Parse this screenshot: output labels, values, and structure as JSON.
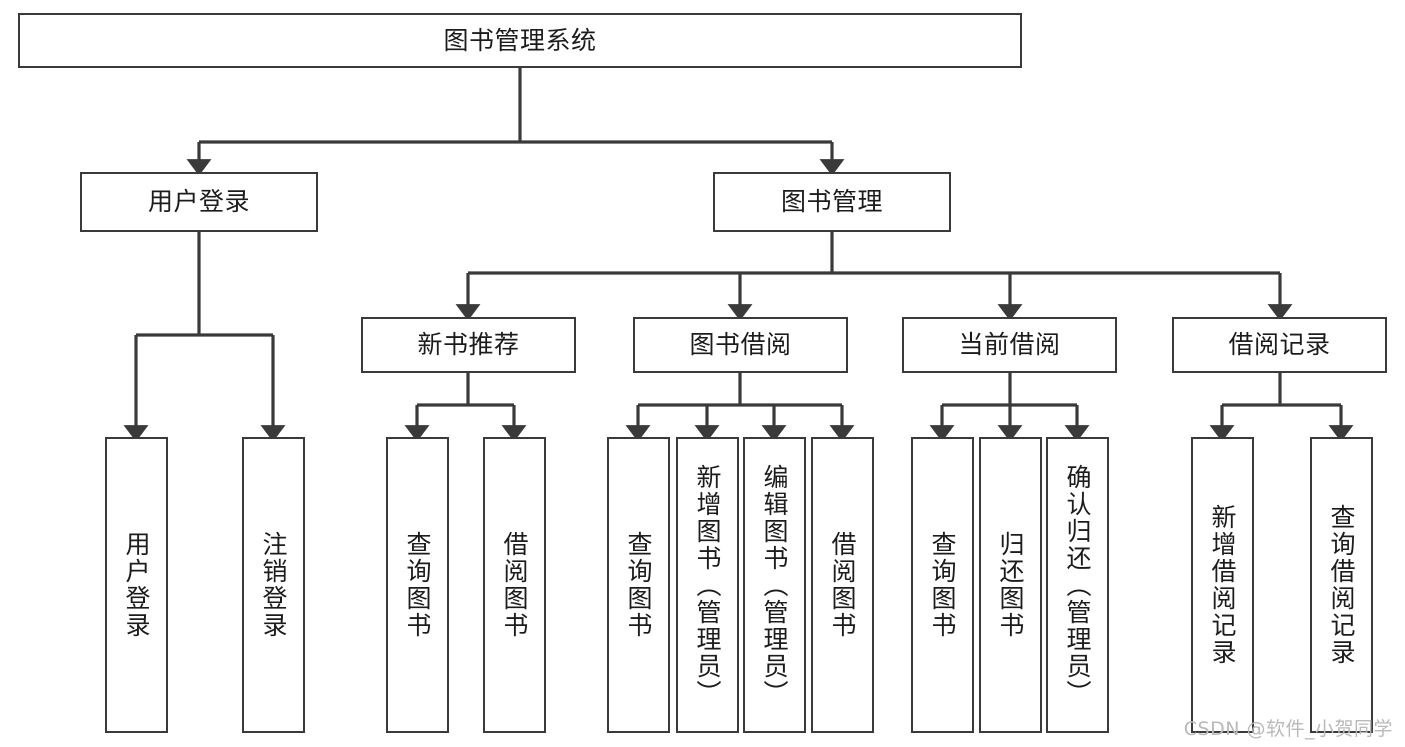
{
  "diagram": {
    "title": "图书管理系统",
    "type": "tree-hierarchy-chart",
    "watermark": "CSDN @软件_小贺同学",
    "colors": {
      "box_border": "#3a3a3a",
      "box_fill": "#ffffff",
      "connector": "#3a3a3a",
      "text": "#1c1c1c",
      "watermark": "#b9b9b9",
      "background": "#ffffff"
    },
    "nodes": {
      "root": {
        "label": "图书管理系统",
        "level": 1,
        "orientation": "horizontal"
      },
      "level2": [
        {
          "id": "user-login",
          "label": "用户登录",
          "orientation": "horizontal"
        },
        {
          "id": "book-management",
          "label": "图书管理",
          "orientation": "horizontal"
        }
      ],
      "level3": [
        {
          "id": "new-book-recommend",
          "label": "新书推荐",
          "orientation": "horizontal"
        },
        {
          "id": "book-borrow",
          "label": "图书借阅",
          "orientation": "horizontal"
        },
        {
          "id": "current-borrow",
          "label": "当前借阅",
          "orientation": "horizontal"
        },
        {
          "id": "borrow-record",
          "label": "借阅记录",
          "orientation": "horizontal"
        }
      ],
      "leaves": {
        "user-login": [
          {
            "id": "leaf-user-login",
            "label": "用户登录"
          },
          {
            "id": "leaf-logout",
            "label": "注销登录"
          }
        ],
        "new-book-recommend": [
          {
            "id": "leaf-query-book-1",
            "label": "查询图书"
          },
          {
            "id": "leaf-borrow-book-1",
            "label": "借阅图书"
          }
        ],
        "book-borrow": [
          {
            "id": "leaf-query-book-2",
            "label": "查询图书"
          },
          {
            "id": "leaf-add-book",
            "label": "新增图书（管理员）"
          },
          {
            "id": "leaf-edit-book",
            "label": "编辑图书（管理员）"
          },
          {
            "id": "leaf-borrow-book-2",
            "label": "借阅图书"
          }
        ],
        "current-borrow": [
          {
            "id": "leaf-query-book-3",
            "label": "查询图书"
          },
          {
            "id": "leaf-return-book",
            "label": "归还图书"
          },
          {
            "id": "leaf-confirm-return",
            "label": "确认归还（管理员）"
          }
        ],
        "borrow-record": [
          {
            "id": "leaf-add-record",
            "label": "新增借阅记录"
          },
          {
            "id": "leaf-query-record",
            "label": "查询借阅记录"
          }
        ]
      }
    }
  }
}
